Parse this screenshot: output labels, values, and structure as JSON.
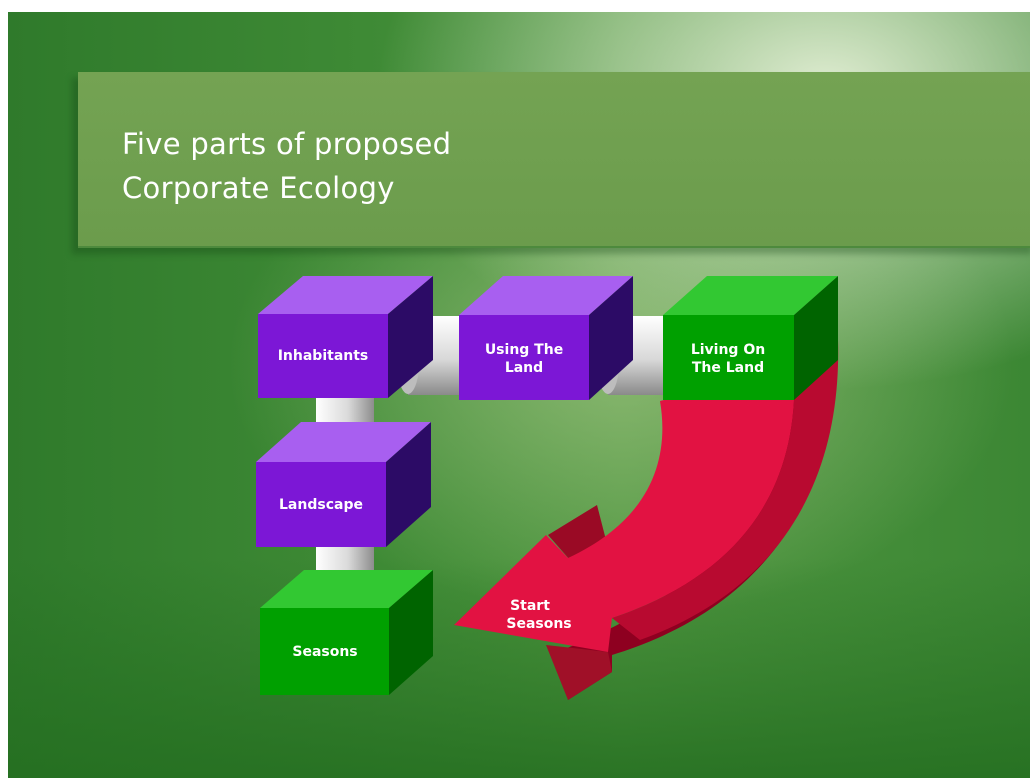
{
  "slide": {
    "title": "Five parts of proposed\nCorporate Ecology"
  },
  "diagram": {
    "boxes": [
      {
        "id": "inhabitants",
        "lines": [
          "Inhabitants"
        ],
        "color": "#7c17d6"
      },
      {
        "id": "using-the-land",
        "lines": [
          "Using The",
          "Land"
        ],
        "color": "#7c17d6"
      },
      {
        "id": "living-on-the-land",
        "lines": [
          "Living On",
          "The Land"
        ],
        "color": "#00a000"
      },
      {
        "id": "landscape",
        "lines": [
          "Landscape"
        ],
        "color": "#7c17d6"
      },
      {
        "id": "seasons",
        "lines": [
          "Seasons"
        ],
        "color": "#00a000"
      }
    ],
    "arrow": {
      "lines": [
        "Start",
        "Seasons"
      ],
      "color": "#e0103a"
    }
  }
}
